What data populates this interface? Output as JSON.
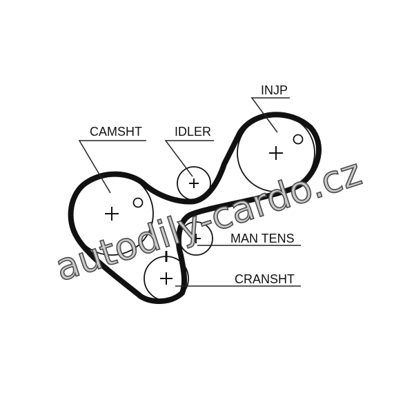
{
  "labels": {
    "injp": "INJP",
    "camsht": "CAMSHT",
    "idler": "IDLER",
    "man_tens": "MAN TENS",
    "cransht": "CRANSHT"
  },
  "watermark": "autodily-cardo.cz",
  "colors": {
    "belt": "#111111",
    "line": "#222222",
    "watermark_fill": "#c9c9c9",
    "watermark_stroke": "#4a4a4a"
  }
}
